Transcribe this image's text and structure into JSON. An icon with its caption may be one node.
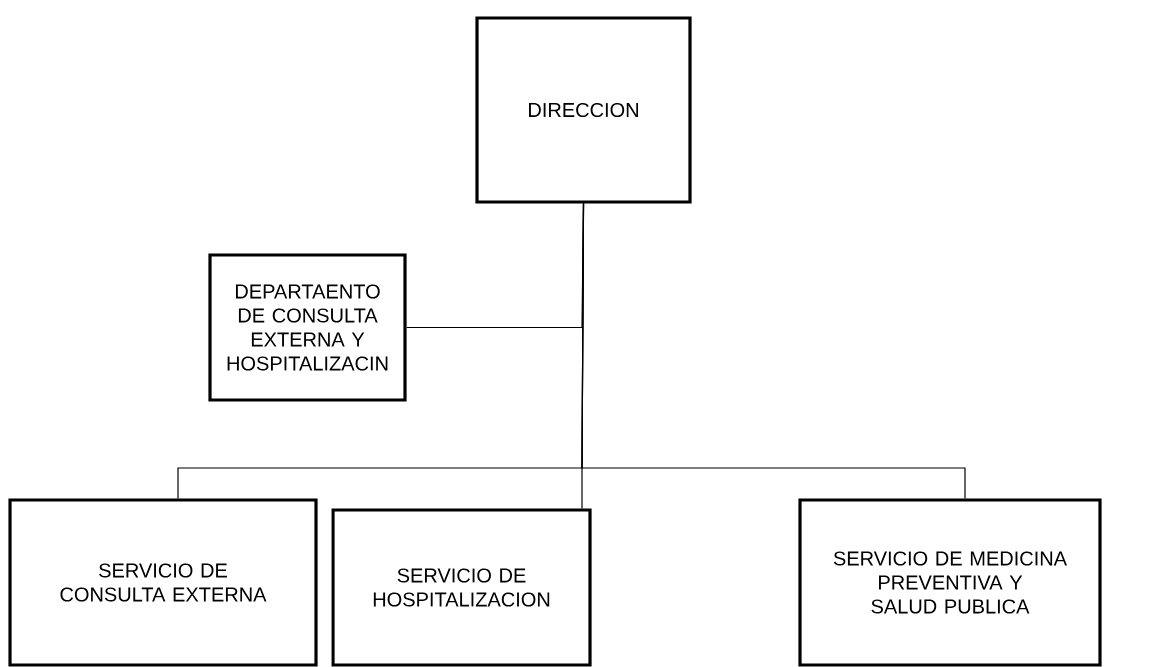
{
  "diagram": {
    "nodes": [
      {
        "text": [
          "DIRECCION"
        ]
      },
      {
        "text": [
          "DEPARTAENTO DE CONSULTA EXTERNA Y HOSPITALIZACIN"
        ]
      },
      {
        "text": [
          "SERVICIO DE CONSULTA EXTERNA"
        ]
      },
      {
        "text": [
          "SERVICIO DE HOSPITALIZACION"
        ]
      },
      {
        "text": [
          "SERVICIO DE MEDICINA PREVENTIVA Y SALUD PUBLICA"
        ]
      }
    ],
    "edges": [
      {
        "from": 0,
        "to": 1,
        "arrow": "none"
      },
      {
        "from": 0,
        "to": 2,
        "arrow": "none"
      },
      {
        "from": 0,
        "to": 3,
        "arrow": "none"
      },
      {
        "from": 0,
        "to": 4,
        "arrow": "none"
      }
    ]
  }
}
